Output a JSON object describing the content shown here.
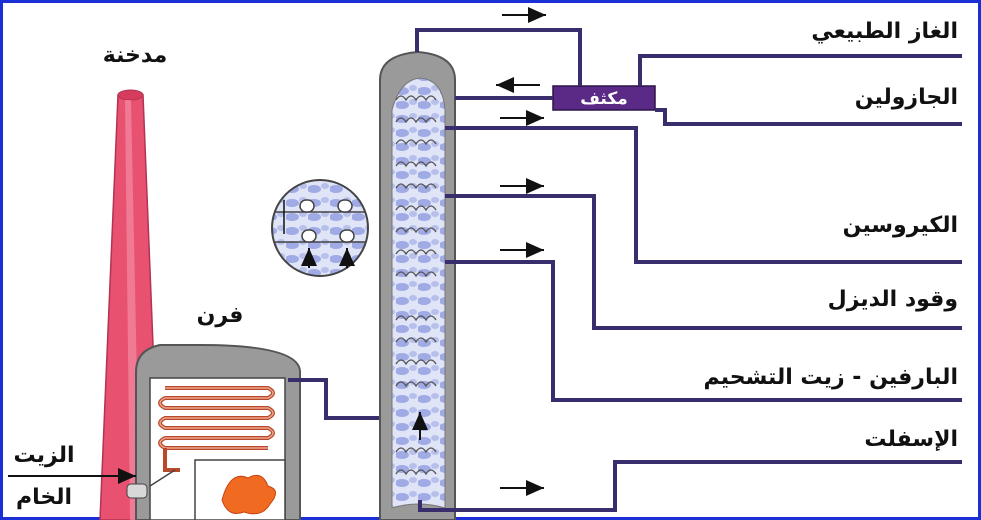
{
  "labels": {
    "chimney": "مدخنة",
    "furnace": "فرن",
    "crude_oil_line1": "الزيت",
    "crude_oil_line2": "الخام",
    "condenser": "مكثف"
  },
  "products": [
    {
      "name": "الغاز الطبيعي"
    },
    {
      "name": "الجازولين"
    },
    {
      "name": "الكيروسين"
    },
    {
      "name": "وقود الديزل"
    },
    {
      "name": "البارفين - زيت التشحيم"
    },
    {
      "name": "الإسفلت"
    }
  ],
  "colors": {
    "frame": "#1a2fd6",
    "pipe": "#3a2d6e",
    "chimney": "#e8516f",
    "coil": "#d9623f",
    "tower": "#9a9a9a",
    "flame": "#f06a22",
    "liquid": "#5f6fd0"
  }
}
